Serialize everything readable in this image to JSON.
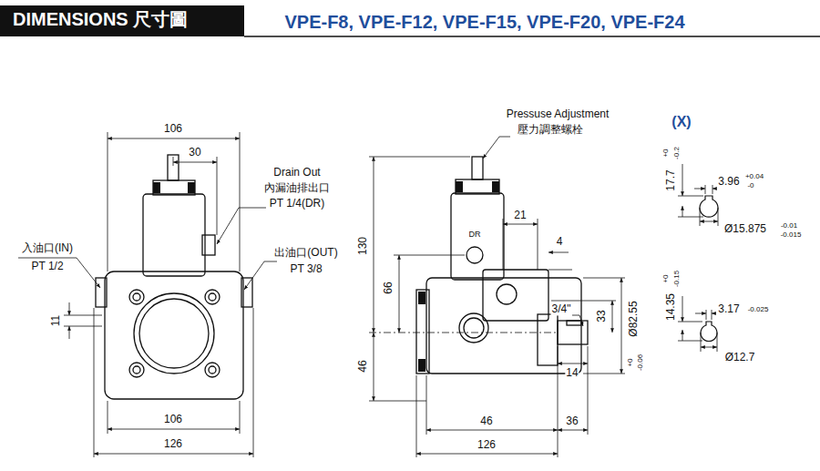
{
  "diagram": {
    "title": "DIMENSIONS 尺寸圖",
    "labels": [
      "VPE-F8, VPE-F12, VPE-F15, VPE-F20, VPE-F24",
      "106",
      "30",
      "Drain Out",
      "內漏油排出口",
      "PT 1/4(DR)",
      "入油口(IN)",
      "PT 1/2",
      "出油口(OUT)",
      "PT 3/8",
      "11",
      "106",
      "126",
      "Pressuse Adjustment",
      "壓力調整螺栓",
      "DR",
      "21",
      "4",
      "130",
      "66",
      "46",
      "3/4\"",
      "33",
      "Ø82.55",
      "+0",
      "-0.06",
      "46",
      "36",
      "14",
      "126",
      "(X)",
      "17.7",
      "+0",
      "-0.2",
      "3.96",
      "+0.04",
      "-0",
      "Ø15.875",
      "-0.01",
      "-0.015",
      "14.35",
      "+0",
      "-0.15",
      "3.17",
      "-0.025",
      "Ø12.7"
    ]
  }
}
